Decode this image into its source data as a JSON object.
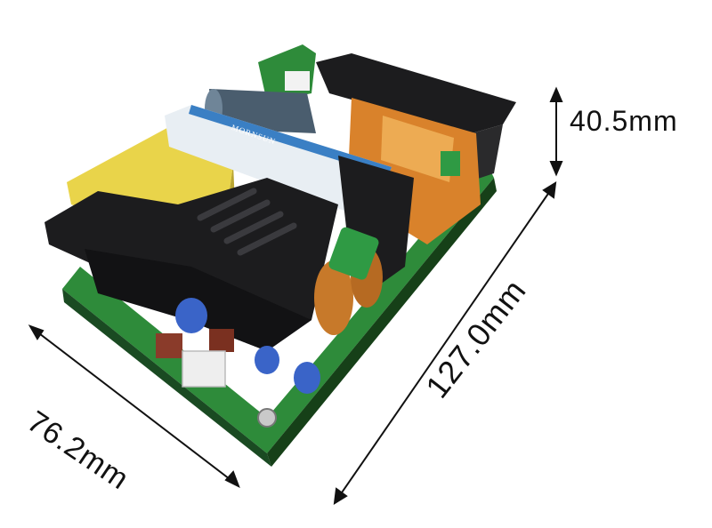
{
  "dimensions": {
    "height": "40.5mm",
    "width": "76.2mm",
    "length": "127.0mm"
  },
  "product": {
    "brand": "MORNSUN"
  },
  "colors": {
    "pcb": "#2e8b3a",
    "housing": "#1c1c1e",
    "label": "#e8eef3",
    "label_band": "#3a7fc4",
    "capacitor": "#3a64c8",
    "copper": "#c7792a",
    "choke": "#e9c93a",
    "arrow": "#111111"
  }
}
